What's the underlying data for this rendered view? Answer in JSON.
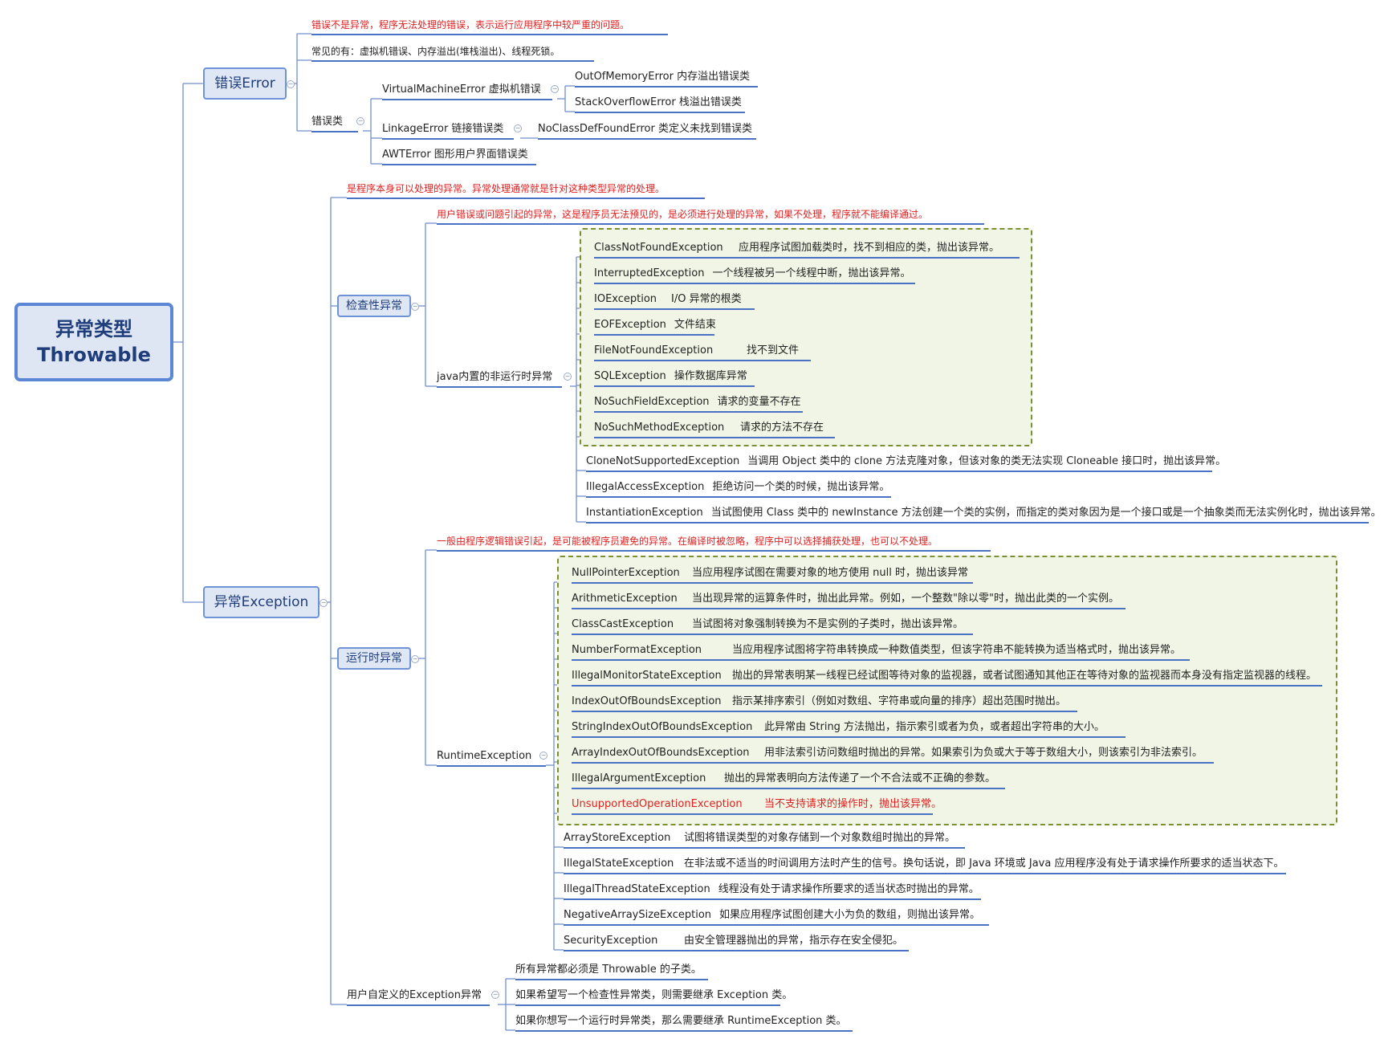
{
  "root": {
    "line1": "异常类型",
    "line2": "Throwable"
  },
  "error": {
    "label": "错误Error",
    "definition": "错误不是异常，程序无法处理的错误，表示运行应用程序中较严重的问题。",
    "common": "常见的有：虚拟机错误、内存溢出(堆栈溢出)、线程死锁。",
    "classes_label": "错误类",
    "vm_error": "VirtualMachineError 虚拟机错误",
    "oom": "OutOfMemoryError 内存溢出错误类",
    "sof": "StackOverflowError 栈溢出错误类",
    "linkage": "LinkageError 链接错误类",
    "ncdf": "NoClassDefFoundError 类定义未找到错误类",
    "awt": "AWTError 图形用户界面错误类"
  },
  "exception": {
    "label": "异常Exception",
    "definition": "是程序本身可以处理的异常。异常处理通常就是针对这种类型异常的处理。",
    "checked": {
      "label": "检查性异常",
      "definition": "用户错误或问题引起的异常，这是程序员无法预见的，是必须进行处理的异常，如果不处理，程序就不能编译通过。",
      "builtin_label": "java内置的非运行时异常",
      "items": [
        {
          "name": "ClassNotFoundException",
          "desc": "应用程序试图加载类时，找不到相应的类，抛出该异常。"
        },
        {
          "name": "InterruptedException",
          "desc": "一个线程被另一个线程中断，抛出该异常。"
        },
        {
          "name": "IOException",
          "desc": "I/O 异常的根类"
        },
        {
          "name": "EOFException",
          "desc": "文件结束"
        },
        {
          "name": "FileNotFoundException",
          "desc": "找不到文件"
        },
        {
          "name": "SQLException",
          "desc": "操作数据库异常"
        },
        {
          "name": "NoSuchFieldException",
          "desc": "请求的变量不存在"
        },
        {
          "name": "NoSuchMethodException",
          "desc": "请求的方法不存在"
        },
        {
          "name": "CloneNotSupportedException",
          "desc": "当调用 Object 类中的 clone 方法克隆对象，但该对象的类无法实现 Cloneable 接口时，抛出该异常。"
        },
        {
          "name": "IllegalAccessException",
          "desc": "拒绝访问一个类的时候，抛出该异常。"
        },
        {
          "name": "InstantiationException",
          "desc": "当试图使用 Class 类中的 newInstance 方法创建一个类的实例，而指定的类对象因为是一个接口或是一个抽象类而无法实例化时，抛出该异常。"
        }
      ]
    },
    "runtime": {
      "label": "运行时异常",
      "definition": "一般由程序逻辑错误引起，是可能被程序员避免的异常。在编译时被忽略，程序中可以选择捕获处理，也可以不处理。",
      "runtime_label": "RuntimeException",
      "items": [
        {
          "name": "NullPointerException",
          "desc": "当应用程序试图在需要对象的地方使用 null 时，抛出该异常"
        },
        {
          "name": "ArithmeticException",
          "desc": "当出现异常的运算条件时，抛出此异常。例如，一个整数\"除以零\"时，抛出此类的一个实例。"
        },
        {
          "name": "ClassCastException",
          "desc": "当试图将对象强制转换为不是实例的子类时，抛出该异常。"
        },
        {
          "name": "NumberFormatException",
          "desc": "当应用程序试图将字符串转换成一种数值类型，但该字符串不能转换为适当格式时，抛出该异常。"
        },
        {
          "name": "IllegalMonitorStateException",
          "desc": "抛出的异常表明某一线程已经试图等待对象的监视器，或者试图通知其他正在等待对象的监视器而本身没有指定监视器的线程。"
        },
        {
          "name": "IndexOutOfBoundsException",
          "desc": "指示某排序索引（例如对数组、字符串或向量的排序）超出范围时抛出。"
        },
        {
          "name": "StringIndexOutOfBoundsException",
          "desc": "此异常由 String 方法抛出，指示索引或者为负，或者超出字符串的大小。"
        },
        {
          "name": "ArrayIndexOutOfBoundsException",
          "desc": "用非法索引访问数组时抛出的异常。如果索引为负或大于等于数组大小，则该索引为非法索引。"
        },
        {
          "name": "IllegalArgumentException",
          "desc": "抛出的异常表明向方法传递了一个不合法或不正确的参数。"
        },
        {
          "name": "UnsupportedOperationException",
          "desc": "当不支持请求的操作时，抛出该异常。"
        },
        {
          "name": "ArrayStoreException",
          "desc": "试图将错误类型的对象存储到一个对象数组时抛出的异常。"
        },
        {
          "name": "IllegalStateException",
          "desc": "在非法或不适当的时间调用方法时产生的信号。换句话说，即 Java 环境或 Java 应用程序没有处于请求操作所要求的适当状态下。"
        },
        {
          "name": "IllegalThreadStateException",
          "desc": "线程没有处于请求操作所要求的适当状态时抛出的异常。"
        },
        {
          "name": "NegativeArraySizeException",
          "desc": "如果应用程序试图创建大小为负的数组，则抛出该异常。"
        },
        {
          "name": "SecurityException",
          "desc": "由安全管理器抛出的异常，指示存在安全侵犯。"
        }
      ]
    },
    "custom": {
      "label": "用户自定义的Exception异常",
      "items": [
        "所有异常都必须是 Throwable 的子类。",
        "如果希望写一个检查性异常类，则需要继承 Exception 类。",
        "如果你想写一个运行时异常类，那么需要继承 RuntimeException 类。"
      ]
    }
  },
  "colors": {
    "link": "#6f8fcf",
    "underline": "#4a72c4",
    "red": "#e02020",
    "group_border": "#7c8f33"
  }
}
